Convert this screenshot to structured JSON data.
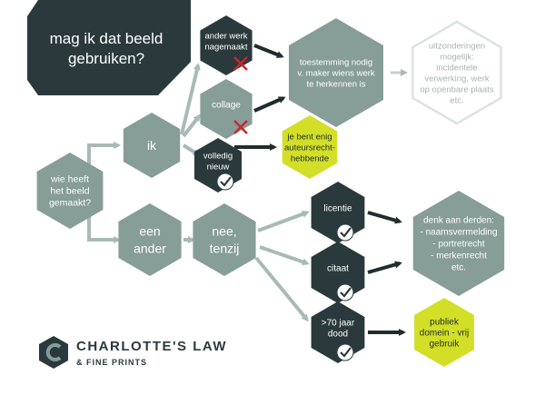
{
  "colors": {
    "dark": "#2a3a3c",
    "teal": "#879d98",
    "lightgrey": "#dce3e1",
    "lime": "#d2df26",
    "red": "#c8262d"
  },
  "title": {
    "line1": "mag ik dat beeld",
    "line2": "gebruiken?"
  },
  "nodes": {
    "wie": {
      "lines": [
        "wie heeft",
        "het beeld",
        "gemaakt?"
      ]
    },
    "ik": {
      "lines": [
        "ik"
      ]
    },
    "een_ander": {
      "lines": [
        "een",
        "ander"
      ]
    },
    "nee_tenzij": {
      "lines": [
        "nee,",
        "tenzij"
      ]
    },
    "ander_werk": {
      "lines": [
        "ander werk",
        "nagemaakt"
      ],
      "mark": "cross"
    },
    "collage": {
      "lines": [
        "collage"
      ],
      "mark": "cross"
    },
    "volledig_nieuw": {
      "lines": [
        "volledig",
        "nieuw"
      ],
      "mark": "check"
    },
    "toestemming": {
      "lines": [
        "toestemming nodig",
        "v. maker wiens werk",
        "te herkennen is"
      ]
    },
    "uitzonderingen": {
      "lines": [
        "uitzonderingen",
        "mogelijk:",
        "incidentele",
        "verwerking, werk",
        "op openbare plaats",
        "etc."
      ]
    },
    "auteursrecht": {
      "lines": [
        "je bent enig",
        "auteursrecht-",
        "hebbende"
      ]
    },
    "licentie": {
      "lines": [
        "licentie"
      ],
      "mark": "check"
    },
    "citaat": {
      "lines": [
        "citaat"
      ],
      "mark": "check"
    },
    "70jaar": {
      "lines": [
        ">70 jaar",
        "dood"
      ],
      "mark": "check"
    },
    "derden": {
      "lines": [
        "denk aan derden:",
        "- naamsvermelding",
        "- portretrecht",
        "- merkenrecht",
        "etc."
      ]
    },
    "publiek": {
      "lines": [
        "publiek",
        "domein - vrij",
        "gebruik"
      ]
    }
  },
  "logo": {
    "name": "CHARLOTTE'S LAW",
    "sub": "& FINE PRINTS",
    "icon": "c-logo-icon"
  }
}
